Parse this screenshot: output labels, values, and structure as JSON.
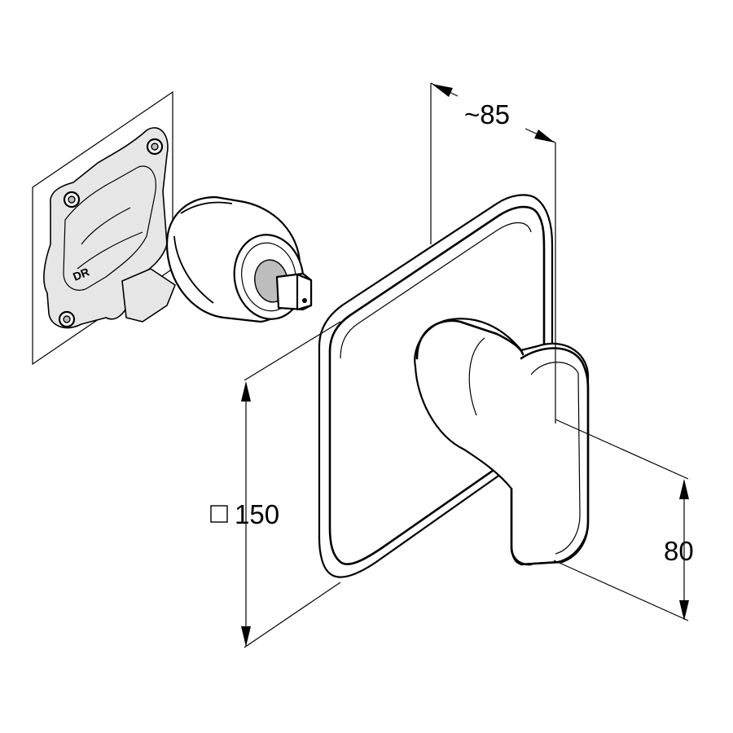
{
  "dimensions": {
    "depth_label": "~85",
    "plate_square_value": "150",
    "plate_square_symbol": "□",
    "lever_height_label": "80"
  },
  "body_stamp": "DR",
  "colors": {
    "line": "#000000",
    "background": "#ffffff",
    "shade": "#e6e6e6"
  }
}
